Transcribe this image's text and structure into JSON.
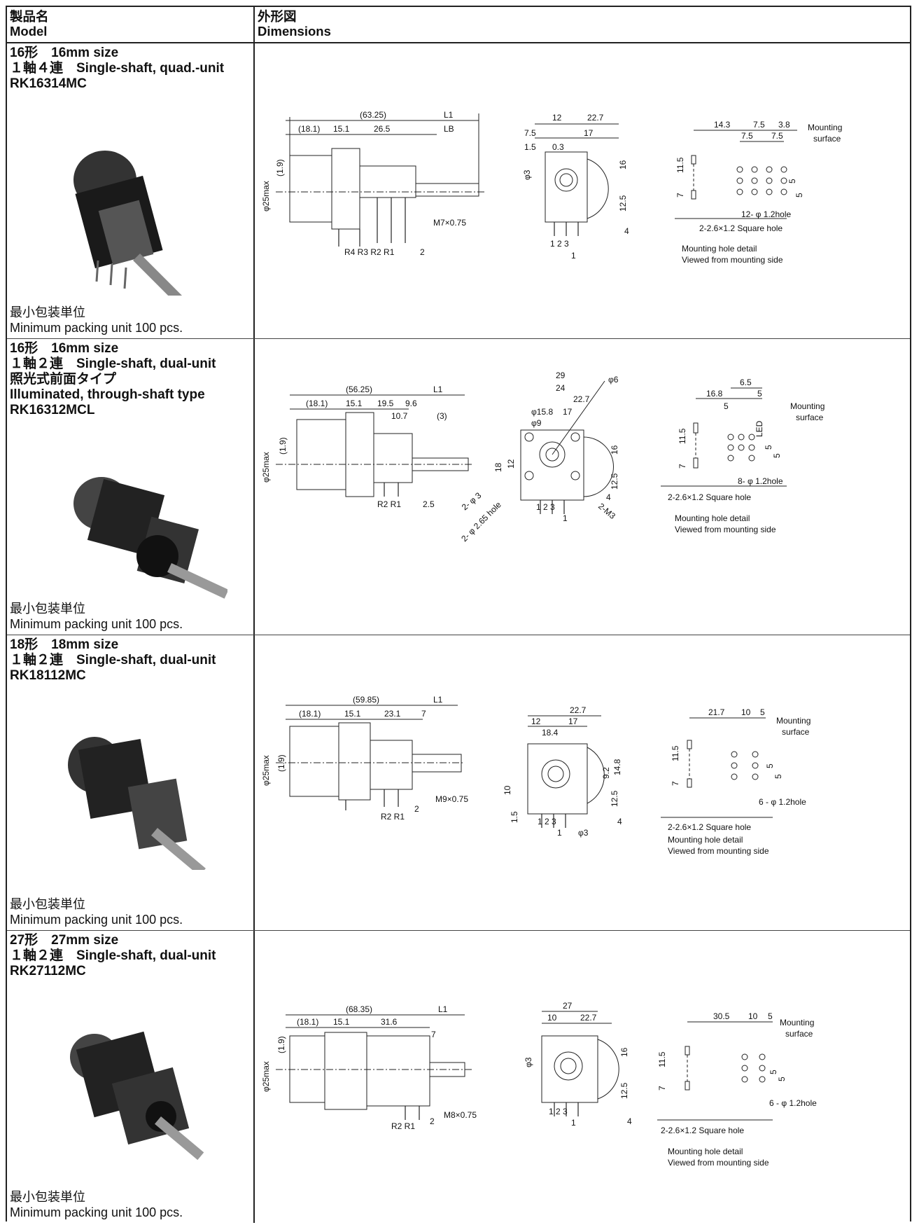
{
  "header": {
    "model_ja": "製品名",
    "model_en": "Model",
    "dims_ja": "外形図",
    "dims_en": "Dimensions"
  },
  "rows": [
    {
      "size_line": "16形　16mm size",
      "type_line": "１軸４連　Single-shaft, quad.-unit",
      "extra_ja": "",
      "extra_en": "",
      "model": "RK16314MC",
      "pack_ja": "最小包装単位",
      "pack_en": "Minimum packing unit 100 pcs.",
      "side": {
        "overall": "(63.25)",
        "l1": "L1",
        "lb": "LB",
        "a": "(18.1)",
        "b": "15.1",
        "c": "26.5",
        "dia": "φ25max",
        "h": "(1.9)",
        "thread": "M7×0.75",
        "terms": "R4 R3 R2 R1",
        "pin": "2"
      },
      "front": {
        "w1": "12",
        "w2": "22.7",
        "w3": "7.5",
        "w4": "17",
        "w5": "1.5",
        "w6": "0.3",
        "d": "φ3",
        "h1": "16",
        "h2": "12.5",
        "h3": "4",
        "pins": "1 2 3",
        "b": "1"
      },
      "hole": {
        "a": "14.3",
        "b": "7.5",
        "c": "3.8",
        "d": "7.5",
        "e": "7.5",
        "v1": "11.5",
        "v2": "7",
        "v3": "5",
        "v4": "5",
        "mount1": "Mounting",
        "mount2": "surface",
        "holes": "12- φ 1.2hole",
        "square": "2-2.6×1.2 Square hole",
        "cap1": "Mounting hole detail",
        "cap2": "Viewed from mounting side"
      }
    },
    {
      "size_line": "16形　16mm size",
      "type_line": "１軸２連　Single-shaft, dual-unit",
      "extra_ja": "照光式前面タイプ",
      "extra_en": "Illuminated, through-shaft type",
      "model": "RK16312MCL",
      "pack_ja": "最小包装単位",
      "pack_en": "Minimum packing unit 100 pcs.",
      "side": {
        "overall": "(56.25)",
        "l1": "L1",
        "a": "(18.1)",
        "b": "15.1",
        "c": "19.5",
        "c2": "9.6",
        "c3": "10.7",
        "c4": "(3)",
        "dia": "φ25max",
        "h": "(1.9)",
        "terms": "R2 R1",
        "pin": "2.5"
      },
      "front": {
        "w0": "29",
        "w1": "24",
        "w2": "22.7",
        "d1": "φ15.8",
        "d2": "φ9",
        "w4": "17",
        "d3": "φ6",
        "h0": "18",
        "h0b": "12",
        "h1": "16",
        "h2": "12.5",
        "h3": "4",
        "pins": "1 2 3",
        "b": "1",
        "n1": "2- φ 3",
        "n2": "2- φ 2.65 hole",
        "n3": "2-M3"
      },
      "hole": {
        "a": "16.8",
        "b": "6.5",
        "c": "5",
        "d": "5",
        "v1": "11.5",
        "v2": "7",
        "v3": "5",
        "v4": "5",
        "led": "LED",
        "mount1": "Mounting",
        "mount2": "surface",
        "holes": "8- φ 1.2hole",
        "square": "2-2.6×1.2 Square hole",
        "cap1": "Mounting hole detail",
        "cap2": "Viewed from mounting side"
      }
    },
    {
      "size_line": "18形　18mm size",
      "type_line": "１軸２連　Single-shaft, dual-unit",
      "extra_ja": "",
      "extra_en": "",
      "model": "RK18112MC",
      "pack_ja": "最小包装単位",
      "pack_en": "Minimum packing unit 100 pcs.",
      "side": {
        "overall": "(59.85)",
        "l1": "L1",
        "a": "(18.1)",
        "b": "15.1",
        "c": "23.1",
        "c2": "7",
        "dia": "φ25max",
        "h": "(1.9)",
        "thread": "M9×0.75",
        "terms": "R2  R1",
        "pin": "2"
      },
      "front": {
        "w2": "22.7",
        "w1": "12",
        "w4": "17",
        "w5": "18.4",
        "h1": "14.8",
        "h1b": "9.2",
        "h2": "12.5",
        "h3": "4",
        "h4": "10",
        "h5": "1.5",
        "pins": "1 2 3",
        "b": "1",
        "d": "φ3"
      },
      "hole": {
        "a": "21.7",
        "b": "10",
        "c": "5",
        "v1": "11.5",
        "v2": "7",
        "v3": "5",
        "v4": "5",
        "mount1": "Mounting",
        "mount2": "surface",
        "holes": "6 - φ 1.2hole",
        "square": "2-2.6×1.2 Square hole",
        "cap1": "Mounting hole detail",
        "cap2": "Viewed from mounting side"
      }
    },
    {
      "size_line": "27形　27mm size",
      "type_line": "１軸２連　Single-shaft, dual-unit",
      "extra_ja": "",
      "extra_en": "",
      "model": "RK27112MC",
      "pack_ja": "最小包装単位",
      "pack_en": "Minimum packing unit 100 pcs.",
      "side": {
        "overall": "(68.35)",
        "l1": "L1",
        "a": "(18.1)",
        "b": "15.1",
        "c": "31.6",
        "c2": "7",
        "dia": "φ25max",
        "h": "(1.9)",
        "thread": "M8×0.75",
        "terms": "R2  R1",
        "pin": "2"
      },
      "front": {
        "w0": "27",
        "w1": "10",
        "w2": "22.7",
        "d": "φ3",
        "h1": "16",
        "h2": "12.5",
        "h3": "4",
        "pins": "1 2 3",
        "b": "1"
      },
      "hole": {
        "a": "30.5",
        "b": "10",
        "c": "5",
        "v1": "11.5",
        "v2": "7",
        "v3": "5",
        "v4": "5",
        "mount1": "Mounting",
        "mount2": "surface",
        "holes": "6 - φ 1.2hole",
        "square": "2-2.6×1.2 Square hole",
        "cap1": "Mounting hole detail",
        "cap2": "Viewed from mounting side"
      }
    }
  ]
}
